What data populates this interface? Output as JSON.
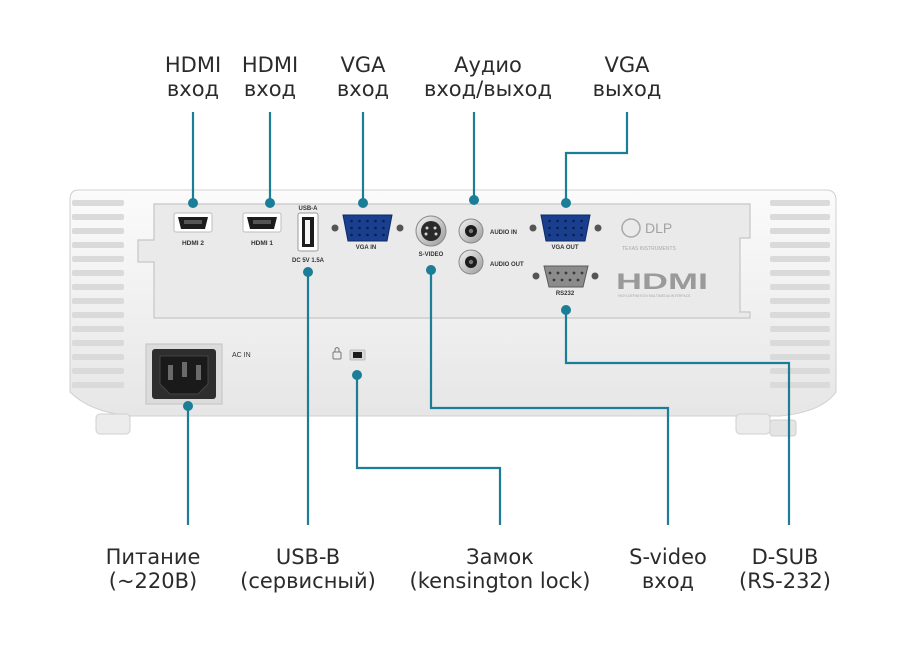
{
  "callouts_top": [
    {
      "id": "hdmi-2",
      "line1": "HDMI",
      "line2": "вход"
    },
    {
      "id": "hdmi-1",
      "line1": "HDMI",
      "line2": "вход"
    },
    {
      "id": "vga-in",
      "line1": "VGA",
      "line2": "вход"
    },
    {
      "id": "audio",
      "line1": "Аудио",
      "line2": "вход/выход"
    },
    {
      "id": "vga-out",
      "line1": "VGA",
      "line2": "выход"
    }
  ],
  "callouts_bottom": [
    {
      "id": "power",
      "line1": "Питание",
      "line2": "(~220В)"
    },
    {
      "id": "usb-b",
      "line1": "USB-B",
      "line2": "(сервисный)"
    },
    {
      "id": "lock",
      "line1": "Замок",
      "line2": "(kensington lock)"
    },
    {
      "id": "s-video",
      "line1": "S-video",
      "line2": "вход"
    },
    {
      "id": "d-sub",
      "line1": "D-SUB",
      "line2": "(RS-232)"
    }
  ],
  "panel_labels": {
    "hdmi2": "HDMI 2",
    "hdmi1": "HDMI 1",
    "usb_a": "USB-A",
    "dc": "DC 5V 1.5A",
    "vga_in": "VGA IN",
    "svideo": "S-VIDEO",
    "audio_in": "AUDIO IN",
    "audio_out": "AUDIO OUT",
    "vga_out": "VGA OUT",
    "rs232": "RS232",
    "ac_in": "AC IN",
    "dlp": "DLP",
    "dlp_sub": "TEXAS INSTRUMENTS",
    "hdmi_logo": "HDMI",
    "hdmi_logo_sub": "HIGH-DEFINITION MULTIMEDIA INTERFACE"
  },
  "colors": {
    "accent": "#1b7d96",
    "label_text": "#2b2b2b",
    "body": "#f3f3f3",
    "panel": "#e9e9e9",
    "vga_blue": "#1a3f8f"
  }
}
